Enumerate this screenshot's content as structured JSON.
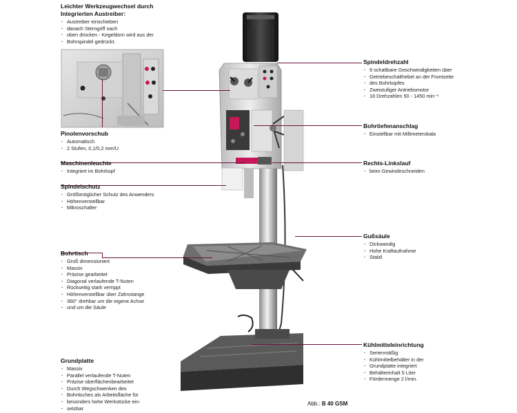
{
  "callouts": {
    "werkzeug": {
      "title": [
        "Leichter Werkzeugwechsel durch",
        "Integrierten Austreiber:"
      ],
      "items": [
        "Austreiber einschieben",
        "danach Sterngriff nach",
        "oben drücken - Kegeldorn wird aus der",
        "Bohrspindel gedrückt."
      ]
    },
    "pinolen": {
      "title": "Pinolenvorschub",
      "items": [
        "Automatisch",
        "2 Stufen, 0,1/0,2 mm/U"
      ]
    },
    "maschinenleuchte": {
      "title": "Maschinenleuchte",
      "items": [
        "Integriert im Bohrkopf"
      ]
    },
    "spindelschutz": {
      "title": "Spindelschutz",
      "items": [
        "Größtmöglicher Schutz des Anwenders",
        "Höhenverstellbar",
        "Mikroschalter"
      ]
    },
    "bohrtisch": {
      "title": "Bohrtisch",
      "items": [
        "Groß dimensioniert",
        "Massiv",
        "Präzise gearbeitet",
        "Diagonal verlaufende T-Nuten",
        "Rückseitig stark verrippt",
        "Höhenverstellbar über Zahnstange",
        "360° drehbar um die eigene Achse",
        "und um die Säule"
      ]
    },
    "grundplatte": {
      "title": "Grundplatte",
      "items": [
        "Massiv",
        "Parallel verlaufende T-Nuten",
        "Präzise oberflächenbearbeitet",
        "Durch Wegschwenken des",
        "Bohrtisches als Arbeitsfläche für",
        "besonders hohe Werkstücke ein-",
        "setzbar"
      ]
    },
    "spindeldrehzahl": {
      "title": "Spindeldrehzahl",
      "items": [
        "9 schaltbare Geschwindigkeiten über",
        "Getriebeschalthebel an der Frontseite",
        "des Bohrkopfes",
        "Zweistufiger Antriebsmotor",
        "18 Drehzahlen 50 - 1450 min⁻¹"
      ]
    },
    "bohrtiefen": {
      "title": "Bohrtiefenanschlag",
      "items": [
        "Einstellbar mit Millimeterskala"
      ]
    },
    "rechtslinks": {
      "title": "Rechts-Linkslauf",
      "items": [
        "beim Gewindeschneiden"
      ]
    },
    "gusssaeule": {
      "title": "Gußsäule",
      "items": [
        "Dickwandig",
        "Hohe Kraftaufnahme",
        "Stabil"
      ]
    },
    "kuehlmittel": {
      "title": "Kühlmitteleinrichtung",
      "items": [
        "Serienmäßig",
        "Kühlmittelbehälter in der",
        "Grundplatte integriert",
        "Behälterinhalt 5 Liter",
        "Fördermenge 2 l/min."
      ]
    }
  },
  "caption": {
    "prefix": "Abb.:",
    "model": "B 40 GSM"
  },
  "colors": {
    "accent": "#6b0f3d",
    "machine_light": "#d9d9d9",
    "machine_dark": "#2a2a2a",
    "highlight": "#c8185a"
  }
}
